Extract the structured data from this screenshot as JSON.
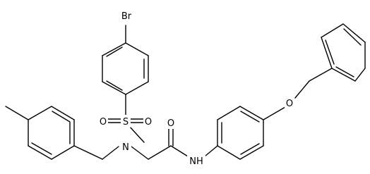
{
  "molecule": {
    "atoms": {
      "br": "Br",
      "s": "S",
      "o_left": "O",
      "o_right": "O",
      "n_sulfonamide": "N",
      "o_carbonyl": "O",
      "nh": "NH",
      "o_ether": "O"
    }
  },
  "colors": {
    "bond": "#000000",
    "text": "#000000",
    "background": "#ffffff"
  }
}
